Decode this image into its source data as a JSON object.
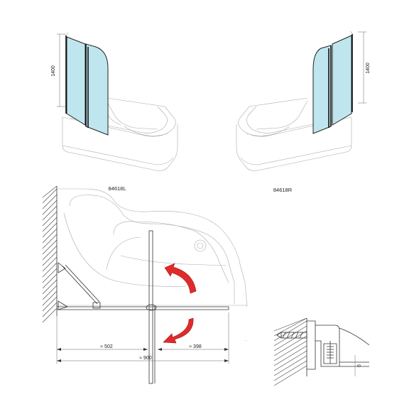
{
  "views": {
    "left_label": "84618L",
    "right_label": "84618R",
    "left_height": "1400",
    "right_height": "1400"
  },
  "plan": {
    "dim_left": "≈ 502",
    "dim_right": "≈ 398",
    "dim_total": "≈ 900"
  },
  "detail": {
    "dim_small": "6"
  },
  "colors": {
    "glass": "#bfe6ef",
    "arrow": "#e02b2b"
  }
}
